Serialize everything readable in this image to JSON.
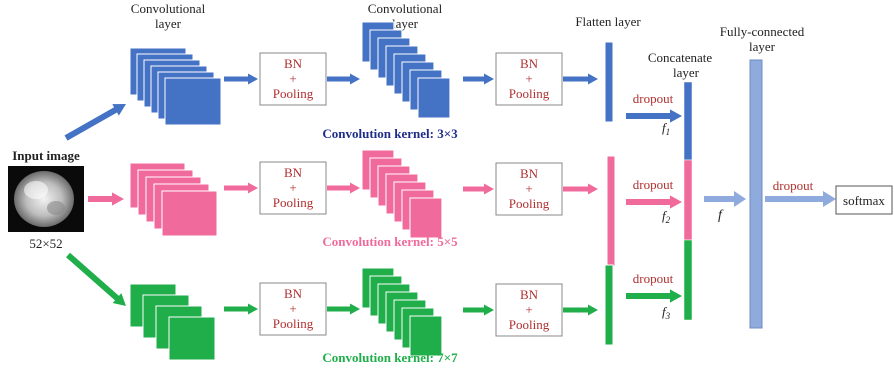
{
  "labels": {
    "conv_layer_1": [
      "Convolutional",
      "layer"
    ],
    "conv_layer_2": [
      "Convolutional",
      "layer"
    ],
    "flatten_layer": "Flatten layer",
    "concatenate_layer": [
      "Concatenate",
      "layer"
    ],
    "fc_layer": [
      "Fully-connected",
      "layer"
    ],
    "input_image": "Input image",
    "input_size": "52×52",
    "softmax": "softmax",
    "f": "f"
  },
  "bn_pool": [
    "BN",
    "+",
    "Pooling"
  ],
  "branches": [
    {
      "kernel_label": "Convolution kernel:  3×3",
      "color": "#4472c4",
      "dropout": "dropout",
      "feature": "f",
      "feature_sub": "1"
    },
    {
      "kernel_label": "Convolution kernel:  5×5",
      "color": "#f06b9b",
      "dropout": "dropout",
      "feature": "f",
      "feature_sub": "2"
    },
    {
      "kernel_label": "Convolution kernel:  7×7",
      "color": "#1fae4a",
      "dropout": "dropout",
      "feature": "f",
      "feature_sub": "3"
    }
  ],
  "kernel_label_colors": [
    "#1f2d8a",
    "#f06b9b",
    "#1fae4a"
  ],
  "dropout_final": "dropout",
  "colors": {
    "fc": "#8faadc",
    "arrow_light": "#8faadc",
    "text_red": "#b03030"
  }
}
